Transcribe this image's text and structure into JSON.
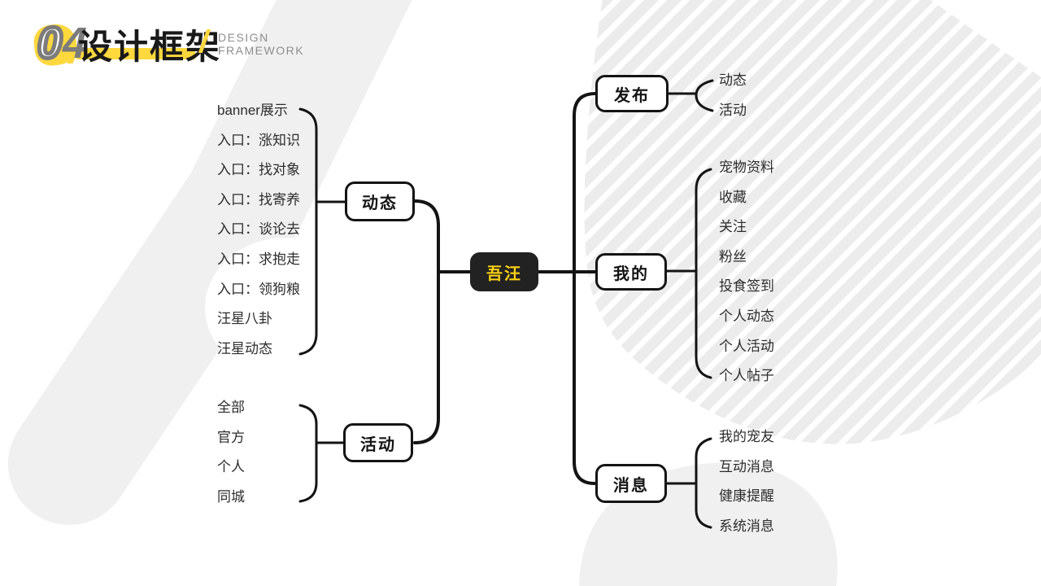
{
  "header": {
    "section_number": "04",
    "title": "设计框架",
    "subtitle_line1": "DESIGN",
    "subtitle_line2": "FRAMEWORK"
  },
  "colors": {
    "accent_yellow": "#FFD83D",
    "root_text_yellow": "#FFD312",
    "line_black": "#141414",
    "deco_gray": "#f0f0f0",
    "stripe_gray": "#ececec"
  },
  "mindmap": {
    "root": {
      "label": "吾汪"
    },
    "left_branches": [
      {
        "label": "动态",
        "items": [
          "banner展示",
          "入口：涨知识",
          "入口：找对象",
          "入口：找寄养",
          "入口：谈论去",
          "入口：求抱走",
          "入口：领狗粮",
          "汪星八卦",
          "汪星动态"
        ]
      },
      {
        "label": "活动",
        "items": [
          "全部",
          "官方",
          "个人",
          "同城"
        ]
      }
    ],
    "right_branches": [
      {
        "label": "发布",
        "items": [
          "动态",
          "活动"
        ]
      },
      {
        "label": "我的",
        "items": [
          "宠物资料",
          "收藏",
          "关注",
          "粉丝",
          "投食签到",
          "个人动态",
          "个人活动",
          "个人帖子"
        ]
      },
      {
        "label": "消息",
        "items": [
          "我的宠友",
          "互动消息",
          "健康提醒",
          "系统消息"
        ]
      }
    ]
  }
}
